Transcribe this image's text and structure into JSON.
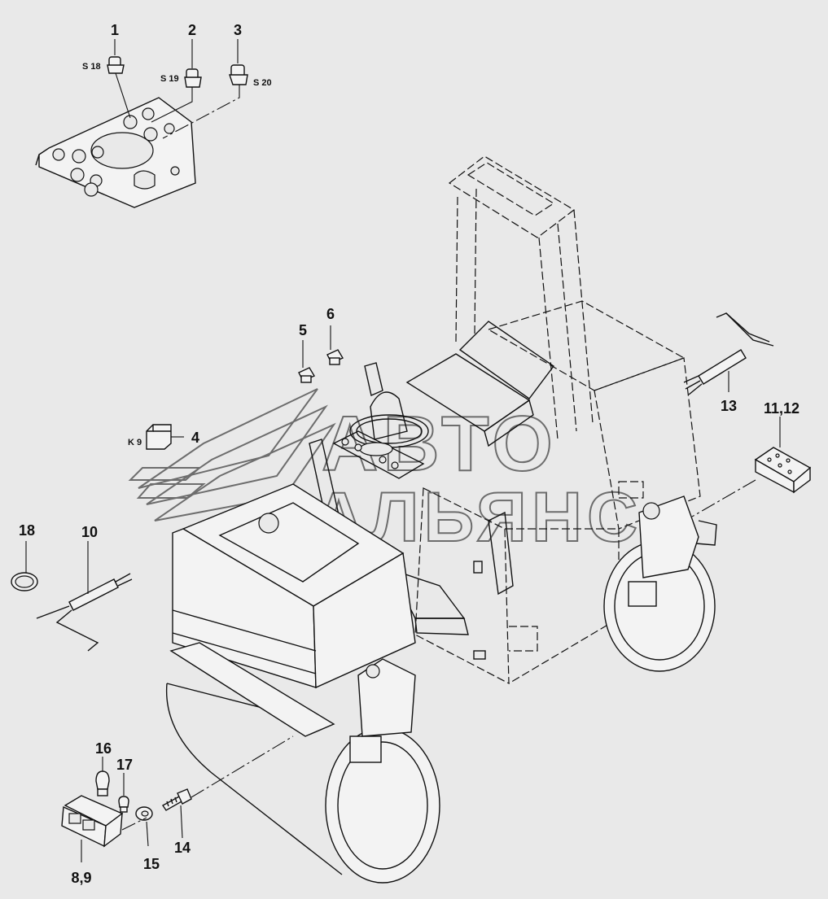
{
  "callouts": {
    "c1": "1",
    "c2": "2",
    "c3": "3",
    "c4": "4",
    "c5": "5",
    "c6": "6",
    "c8_9": "8,9",
    "c10": "10",
    "c11_12": "11,12",
    "c13": "13",
    "c14": "14",
    "c15": "15",
    "c16": "16",
    "c17": "17",
    "c18": "18"
  },
  "tags": {
    "s18": "S 18",
    "s19": "S 19",
    "s20": "S 20",
    "k9": "K 9"
  },
  "watermark": {
    "line1": "АВТО",
    "line2": "АЛЬЯНС"
  },
  "colors": {
    "background": "#e9e9e9",
    "line": "#111111",
    "watermark": "#6d6d6d"
  }
}
